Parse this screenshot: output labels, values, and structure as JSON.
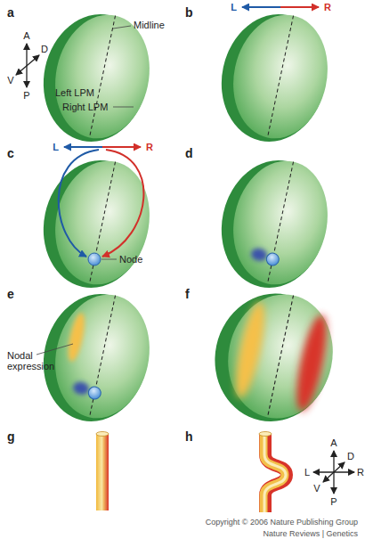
{
  "diagram": {
    "nodes": [
      {
        "text": [
          "Node"
        ]
      }
    ],
    "labels": [
      "a",
      "b",
      "c",
      "d",
      "e",
      "f",
      "g",
      "h",
      "A",
      "D",
      "V",
      "P",
      "Midline",
      "Left LPM",
      "Right LPM",
      "L",
      "R",
      "L",
      "R",
      "Nodal expression",
      "L",
      "R",
      "A",
      "D",
      "V",
      "P",
      "Copyright © 2006 Nature Publishing Group",
      "Nature Reviews | Genetics"
    ]
  }
}
